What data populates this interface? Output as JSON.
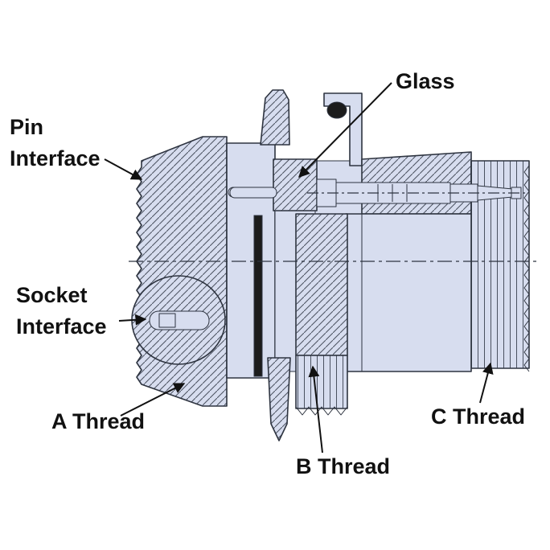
{
  "diagram": {
    "labels": {
      "glass": "Glass",
      "pin_interface": {
        "line1": "Pin",
        "line2": "Interface"
      },
      "socket_interface": {
        "line1": "Socket",
        "line2": "Interface"
      },
      "a_thread": "A Thread",
      "b_thread": "B Thread",
      "c_thread": "C Thread"
    },
    "colors": {
      "body_fill": "#d7ddef",
      "hatch_line": "#4a5160",
      "outline": "#2e3440",
      "text": "#111111",
      "seal_dark": "#1c1c1c",
      "background": "#ffffff"
    }
  }
}
